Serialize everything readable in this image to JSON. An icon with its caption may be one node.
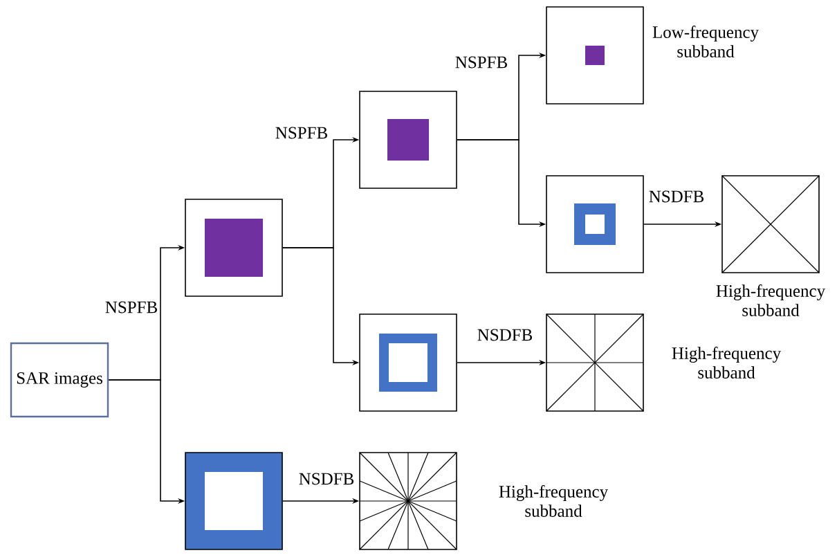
{
  "diagram": {
    "nodes": [
      {
        "text": [
          "SAR images"
        ]
      },
      {
        "text": [],
        "shape": "box"
      },
      {
        "text": [],
        "shape": "box"
      },
      {
        "text": [],
        "shape": "box",
        "beside": [
          "Low-frequency subband"
        ]
      },
      {
        "text": [],
        "shape": "box"
      },
      {
        "text": [],
        "shape": "box",
        "beside": [
          "High-frequency subband"
        ]
      },
      {
        "text": [],
        "shape": "box"
      },
      {
        "text": [],
        "shape": "box",
        "beside": [
          "High-frequency subband"
        ]
      },
      {
        "text": [],
        "shape": "box"
      },
      {
        "text": [],
        "shape": "box",
        "beside": [
          "High-frequency subband"
        ]
      }
    ],
    "edges": [
      {
        "from": 0,
        "to": 1,
        "arrow": "to",
        "label": "NSPFB"
      },
      {
        "from": 0,
        "to": 8,
        "arrow": "to"
      },
      {
        "from": 1,
        "to": 2,
        "arrow": "to",
        "label": "NSPFB"
      },
      {
        "from": 1,
        "to": 6,
        "arrow": "to"
      },
      {
        "from": 2,
        "to": 3,
        "arrow": "to",
        "label": "NSPFB"
      },
      {
        "from": 2,
        "to": 4,
        "arrow": "to"
      },
      {
        "from": 4,
        "to": 5,
        "arrow": "to",
        "label": "NSDFB"
      },
      {
        "from": 6,
        "to": 7,
        "arrow": "to",
        "label": "NSDFB"
      },
      {
        "from": 8,
        "to": 9,
        "arrow": "to",
        "label": "NSDFB"
      }
    ]
  }
}
